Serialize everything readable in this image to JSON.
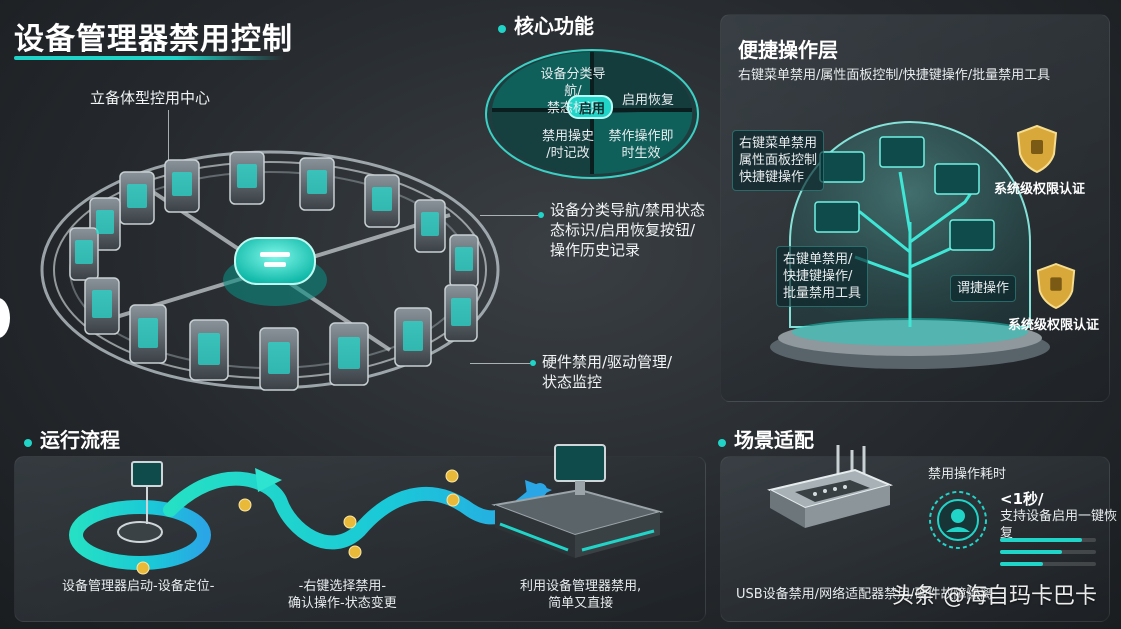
{
  "title": "设备管理器禁用控制",
  "left_diagram": {
    "center_label": "立备体型控用中心",
    "callout_1": [
      "设备分类导航/禁用状态",
      "态标识/启用恢复按钮/",
      "操作历史记录"
    ],
    "callout_2": [
      "硬件禁用/驱动管理/",
      "状态监控"
    ]
  },
  "core": {
    "title": "核心功能",
    "q1": [
      "设备分类导航/",
      "禁态标识"
    ],
    "q2": "启用恢复",
    "q3": [
      "禁用操史",
      "/时记改"
    ],
    "q4": [
      "禁作操作即",
      "时生效"
    ],
    "center": "启用"
  },
  "quick": {
    "title": "便捷操作层",
    "subtitle": "右键菜单禁用/属性面板控制/快捷键操作/批量禁用工具",
    "card1": [
      "右键菜单禁用",
      "属性面板控制",
      "快捷键操作"
    ],
    "card2": [
      "右键单禁用/",
      "快捷键操作/",
      "批量禁用工具"
    ],
    "card3": "谓捷操作",
    "shield1": "系统级权限认证",
    "shield2": "系统级权限认证"
  },
  "flow": {
    "title": "运行流程",
    "step1": "设备管理器启动-设备定位-",
    "step2": [
      "-右键选择禁用-",
      "确认操作-状态变更"
    ],
    "step3": [
      "利用设备管理器禁用,",
      "简单又直接"
    ]
  },
  "scene": {
    "title": "场景适配",
    "time_title": "禁用操作耗时",
    "time_value": "<1秒/",
    "time_desc": "支持设备启用一键恢复",
    "footer": "USB设备禁用/网络适配器禁用/硬件故障隔离",
    "bars": [
      0.85,
      0.65,
      0.45
    ]
  },
  "watermark": "头条 @海自玛卡巴卡",
  "colors": {
    "accent": "#21d4c8",
    "gold": "#d9a83a"
  }
}
